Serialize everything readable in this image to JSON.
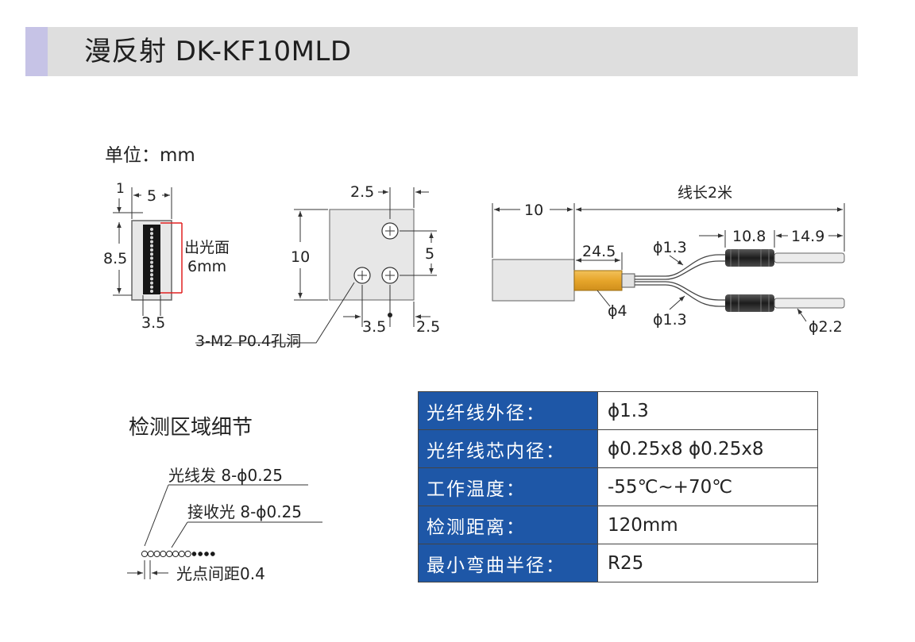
{
  "header": {
    "title": "漫反射 DK-KF10MLD",
    "accent_color": "#c6c3e6",
    "bar_color": "#dedede"
  },
  "drawing": {
    "unit": "单位：mm",
    "front_view": {
      "dim_offset": "1",
      "dim_width": "5",
      "dim_height": "8.5",
      "dim_bottom": "3.5",
      "emit_label_1": "出光面",
      "emit_label_2": "6mm"
    },
    "side_view": {
      "dim_top": "2.5",
      "dim_height": "10",
      "dim_hole_spacing": "5",
      "dim_bottom_left": "3.5",
      "dim_bottom_right": "2.5",
      "hole_label": "3-M2  P0.4孔洞"
    },
    "cable_view": {
      "cable_length": "线长2米",
      "dim_head": "10",
      "dim_sleeve": "24.5",
      "dim_ferrule": "10.8",
      "dim_tip": "14.9",
      "dia_fiber_top": "ϕ1.3",
      "dia_fiber_bottom": "ϕ1.3",
      "dia_sleeve": "ϕ4",
      "dia_tip": "ϕ2.2"
    }
  },
  "detail": {
    "title": "检测区域细节",
    "emit_label": "光线发 8-ϕ0.25",
    "receive_label": "接收光 8-ϕ0.25",
    "pitch_label": "光点间距0.4"
  },
  "specs": {
    "header_color": "#1e57a7",
    "rows": [
      {
        "key": "光纤线外径：",
        "value": "ϕ1.3"
      },
      {
        "key": "光纤线芯内径：",
        "value": "ϕ0.25x8   ϕ0.25x8"
      },
      {
        "key": "工作温度：",
        "value": "-55℃~+70℃"
      },
      {
        "key": "检测距离：",
        "value": "120mm"
      },
      {
        "key": "最小弯曲半径：",
        "value": "R25"
      }
    ]
  }
}
